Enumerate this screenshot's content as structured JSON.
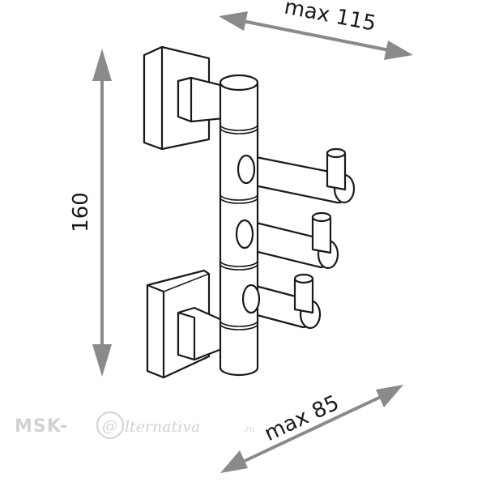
{
  "dimensions": {
    "height_label": "160",
    "top_width_label": "max 115",
    "depth_label": "max 85"
  },
  "watermark": {
    "prefix": "MSK-",
    "at_glyph": "@",
    "suffix": "lternativa",
    "tld": ".ru"
  },
  "hooks": 3
}
